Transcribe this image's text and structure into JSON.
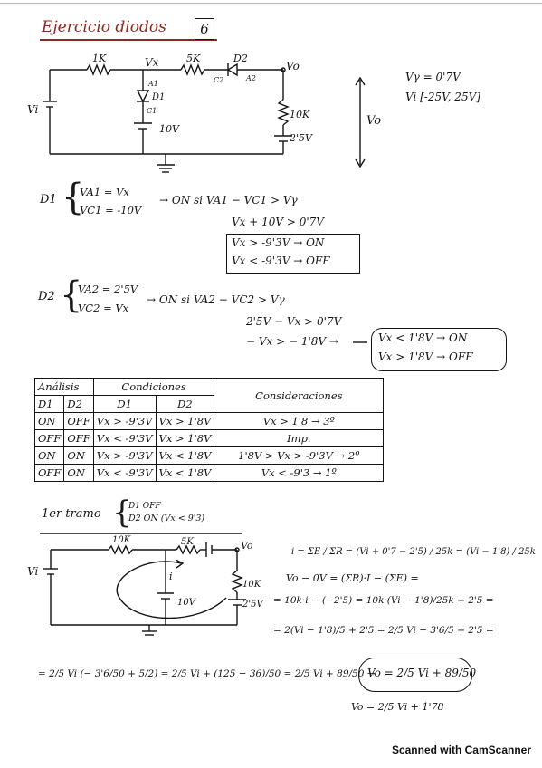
{
  "header": {
    "title": "Ejercicio diodos",
    "number": "6"
  },
  "circuit1": {
    "r1": "1K",
    "vx": "Vx",
    "r2": "5K",
    "d2": "D2",
    "vo": "Vo",
    "c2": "C2",
    "a2": "A2",
    "a1": "A1",
    "d1": "D1",
    "c1": "C1",
    "bat1": "10V",
    "r3": "10K",
    "bat2": "2'5V",
    "vi": "Vi"
  },
  "side": {
    "vo_label": "Vo",
    "vy": "Vγ = 0'7V",
    "vi_range": "Vi [-25V, 25V]"
  },
  "d1_block": {
    "name": "D1",
    "eq1": "VA1 = Vx",
    "eq2": "VC1 = -10V",
    "cond": "→ ON  si  VA1 − VC1 > Vγ",
    "step1": "Vx + 10V > 0'7V",
    "res_on": "Vx > -9'3V → ON",
    "res_off": "Vx < -9'3V → OFF"
  },
  "d2_block": {
    "name": "D2",
    "eq1": "VA2 = 2'5V",
    "eq2": "VC2 = Vx",
    "cond": "→ ON  si  VA2 − VC2 > Vγ",
    "step1": "2'5V − Vx > 0'7V",
    "step2": "− Vx > − 1'8V →",
    "res_on": "Vx < 1'8V → ON",
    "res_off": "Vx > 1'8V → OFF"
  },
  "table": {
    "h_analisis": "Análisis",
    "h_condiciones": "Condiciones",
    "h_consideraciones": "Consideraciones",
    "h_d1": "D1",
    "h_d2": "D2",
    "h_cd1": "D1",
    "h_cd2": "D2",
    "rows": [
      {
        "d1": "ON",
        "d2": "OFF",
        "c1": "Vx > -9'3V",
        "c2": "Vx > 1'8V",
        "cons": "Vx > 1'8 → 3º"
      },
      {
        "d1": "OFF",
        "d2": "OFF",
        "c1": "Vx < -9'3V",
        "c2": "Vx > 1'8V",
        "cons": "Imp."
      },
      {
        "d1": "ON",
        "d2": "ON",
        "c1": "Vx > -9'3V",
        "c2": "Vx < 1'8V",
        "cons": "1'8V > Vx > -9'3V → 2º"
      },
      {
        "d1": "OFF",
        "d2": "ON",
        "c1": "Vx < -9'3V",
        "c2": "Vx < 1'8V",
        "cons": "Vx < -9'3 → 1º"
      }
    ]
  },
  "tramo": {
    "label": "1er tramo",
    "cond1": "D1 OFF",
    "cond2": "D2 ON (Vx < 9'3)"
  },
  "circuit2": {
    "r1": "10K",
    "r2": "5K",
    "vo": "Vo",
    "vi": "Vi",
    "i": "i",
    "r3": "10K",
    "bat1": "10V",
    "bat2": "2'5V"
  },
  "calc": {
    "l1": "i = ΣE / ΣR = (Vi + 0'7 − 2'5) / 25k = (Vi − 1'8) / 25k",
    "l2": "Vo − 0V = (ΣR)·I − (ΣE) =",
    "l3": "= 10k·i − (−2'5) = 10k·(Vi − 1'8)/25k + 2'5 =",
    "l4": "= 2(Vi − 1'8)/5 + 2'5 = 2/5 Vi − 3'6/5 + 2'5 =",
    "l5a": "= 2/5 Vi (− 3'6/50 + 5/2) = 2/5 Vi + (125 − 36)/50 = 2/5 Vi + 89/50 →",
    "l5b": "Vo = 2/5 Vi + 89/50",
    "l6": "Vo = 2/5 Vi + 1'78"
  },
  "footer": {
    "scanned": "Scanned with CamScanner"
  }
}
